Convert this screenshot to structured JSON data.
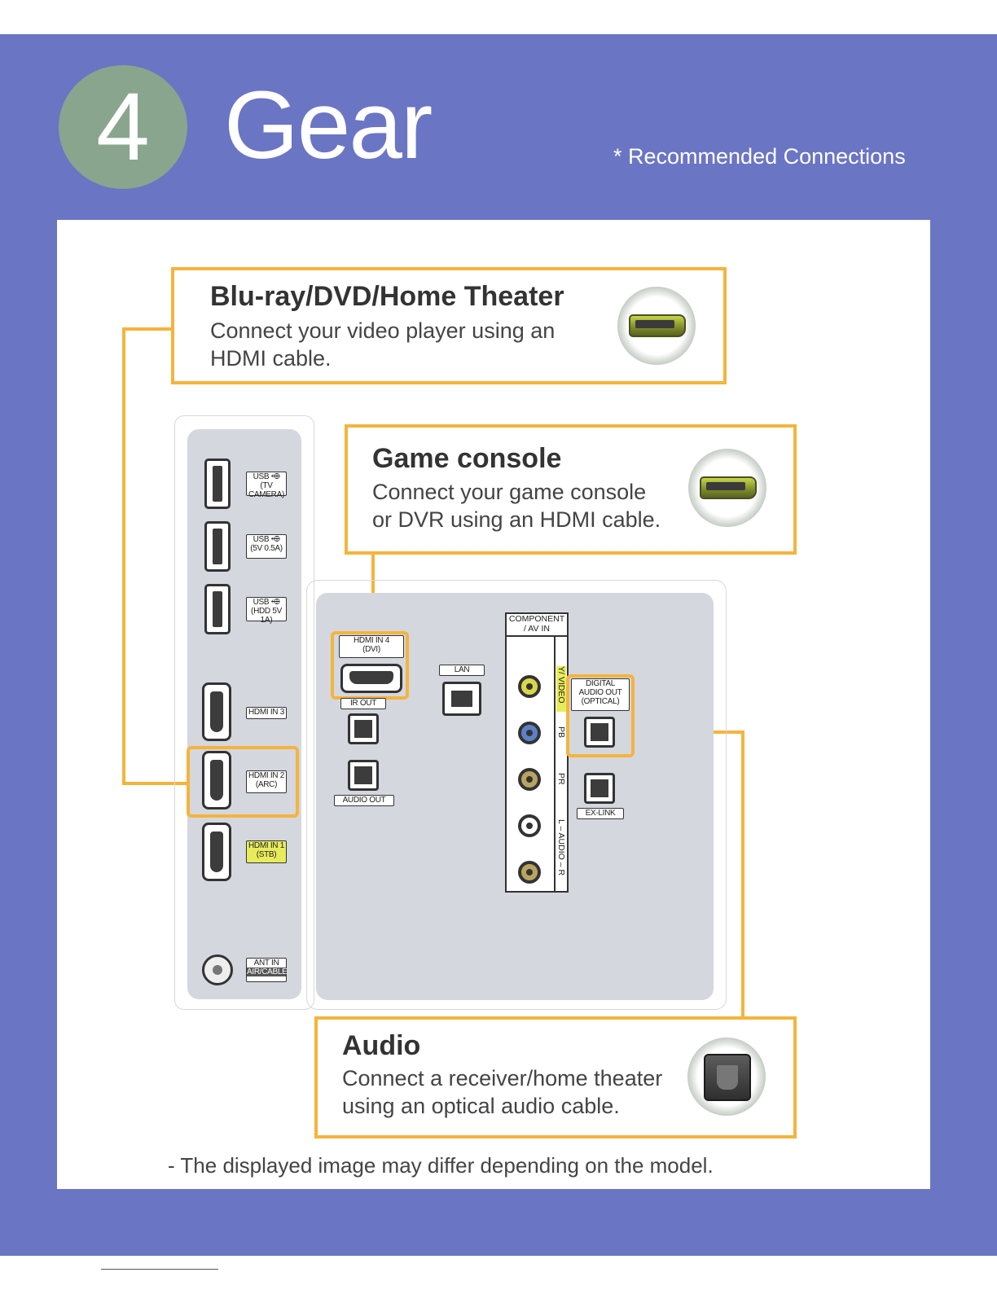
{
  "header": {
    "step_number": "4",
    "title": "Gear",
    "recommended_note": "* Recommended Connections"
  },
  "callouts": {
    "bluray": {
      "title": "Blu-ray/DVD/Home Theater",
      "line1": "Connect your video player using an",
      "line2": "HDMI cable.",
      "icon": "hdmi-cable-icon"
    },
    "game": {
      "title": "Game console",
      "line1": "Connect your game console",
      "line2": "or DVR using an HDMI cable.",
      "icon": "hdmi-cable-icon"
    },
    "audio": {
      "title": "Audio",
      "line1": "Connect a receiver/home theater",
      "line2": "using an optical audio cable.",
      "icon": "optical-cable-icon"
    }
  },
  "side_ports": {
    "usb1": "USB ⬲ (TV CAMERA)",
    "usb2": "USB ⬲ (5V 0.5A)",
    "usb3": "USB ⬲ (HDD 5V 1A)",
    "hdmi3": "HDMI IN 3",
    "hdmi2_line1": "HDMI IN 2",
    "hdmi2_line2": "(ARC)",
    "hdmi1_line1": "HDMI IN 1",
    "hdmi1_line2": "(STB)",
    "ant_line1": "ANT IN",
    "ant_line2": "AIR/CABLE"
  },
  "rear_ports": {
    "hdmi4_line1": "HDMI IN 4",
    "hdmi4_line2": "(DVI)",
    "ir_out": "IR OUT",
    "audio_out": "AUDIO OUT",
    "lan": "LAN",
    "component_line1": "COMPONENT",
    "component_line2": "/ AV IN",
    "video": "Y/ VIDEO",
    "pb": "PB",
    "pr": "PR",
    "audio_lr": "L – AUDIO – R",
    "digital_line1": "DIGITAL",
    "digital_line2": "AUDIO OUT",
    "digital_line3": "(OPTICAL)",
    "ex_link": "EX-LINK"
  },
  "colors": {
    "band": "#6a75c4",
    "accent": "#f4b43c",
    "step_circle": "#8aa58e",
    "port_panel": "#d5d7df",
    "stb_highlight": "#e8ec5c"
  },
  "disclaimer": "- The displayed image may differ depending on the model."
}
